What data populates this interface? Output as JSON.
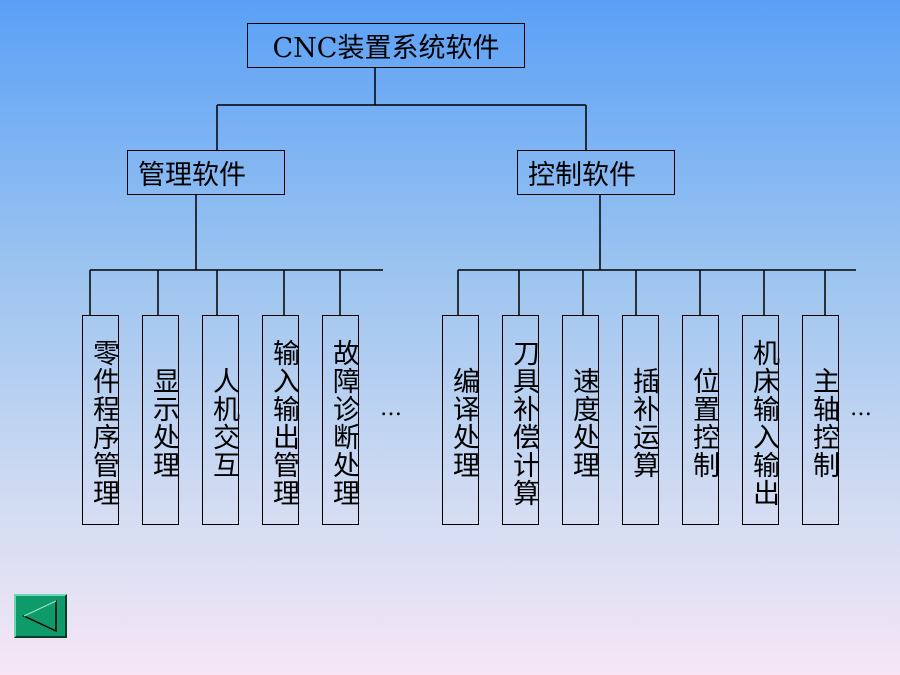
{
  "root": {
    "label": "CNC装置系统软件"
  },
  "groups": [
    {
      "label": "管理软件",
      "items": [
        "零件程序管理",
        "显示处理",
        "人机交互",
        "输入输出管理",
        "故障诊断处理"
      ],
      "more": "…"
    },
    {
      "label": "控制软件",
      "items": [
        "编译处理",
        "刀具补偿计算",
        "速度处理",
        "插补运算",
        "位置控制",
        "机床输入输出",
        "主轴控制"
      ],
      "more": "…"
    }
  ],
  "nav": {
    "back_icon": "triangle-left-icon",
    "back_color": "#0f9a6a"
  }
}
